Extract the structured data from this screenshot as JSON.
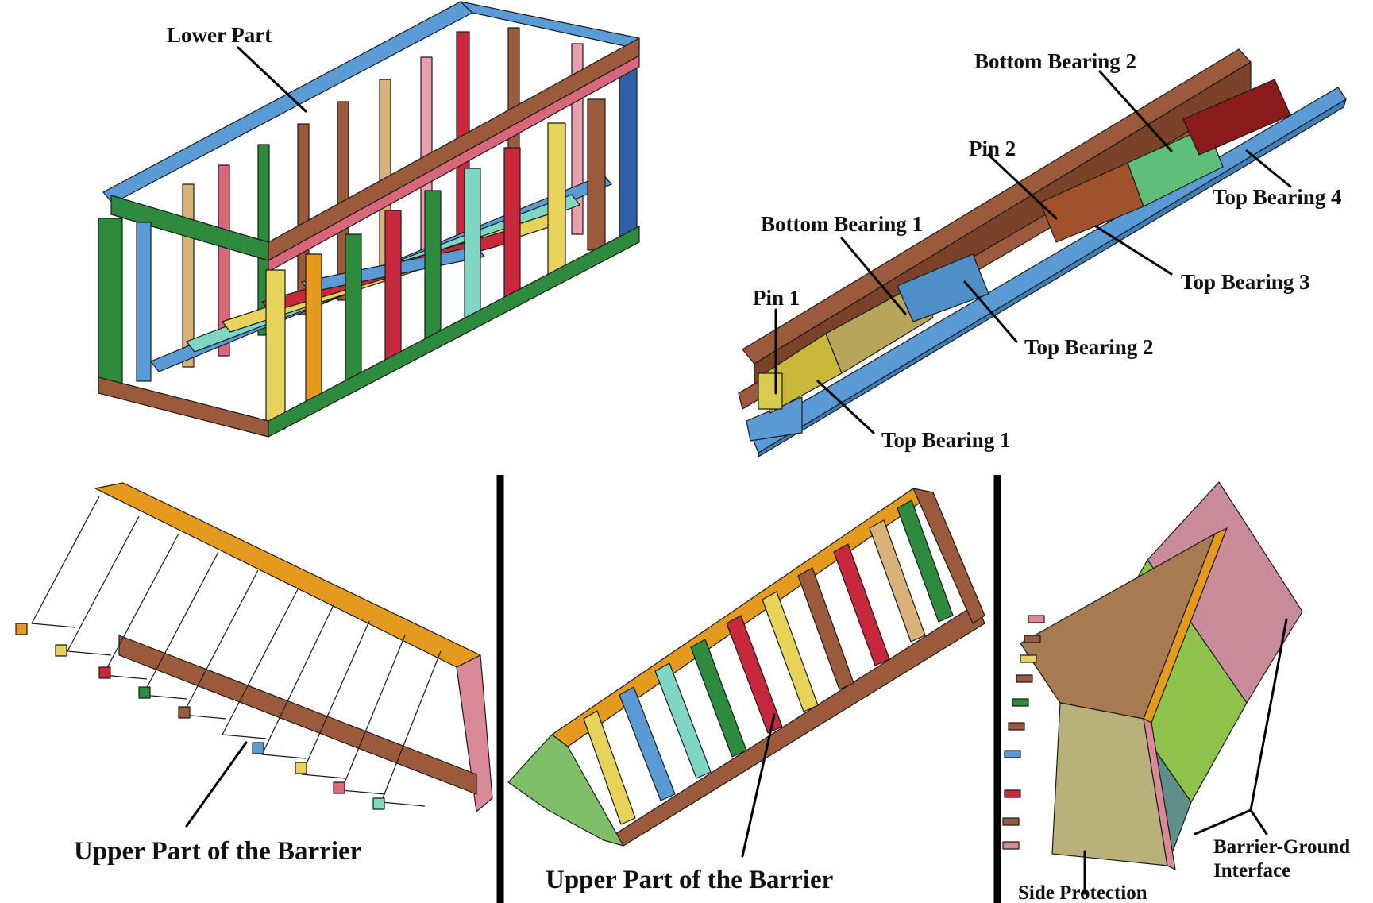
{
  "labels": {
    "lower_part": "Lower Part",
    "bottom_bearing_2": "Bottom Bearing 2",
    "pin_2": "Pin 2",
    "top_bearing_4": "Top Bearing 4",
    "bottom_bearing_1": "Bottom Bearing 1",
    "pin_1": "Pin 1",
    "top_bearing_3": "Top Bearing 3",
    "top_bearing_2": "Top Bearing 2",
    "top_bearing_1": "Top Bearing 1",
    "upper_part_left": "Upper Part of the Barrier",
    "upper_part_middle": "Upper Part of the Barrier",
    "barrier_ground_interface": "Barrier-Ground Interface",
    "side_protection": "Side Protection"
  },
  "colors": {
    "blue": "#5b9bd5",
    "green": "#2e8b3e",
    "brown": "#9c5a3c",
    "pink": "#d9677b",
    "red": "#c8283c",
    "yellow": "#e8d35a",
    "teal": "#7fd6c2",
    "orange": "#e39a1e",
    "tan": "#d9b27a",
    "lightgreen": "#9ed36a",
    "olive": "#b7b67a",
    "slate": "#5f8f8a",
    "mauve": "#c98a9a",
    "darkred": "#8b1a1a"
  }
}
